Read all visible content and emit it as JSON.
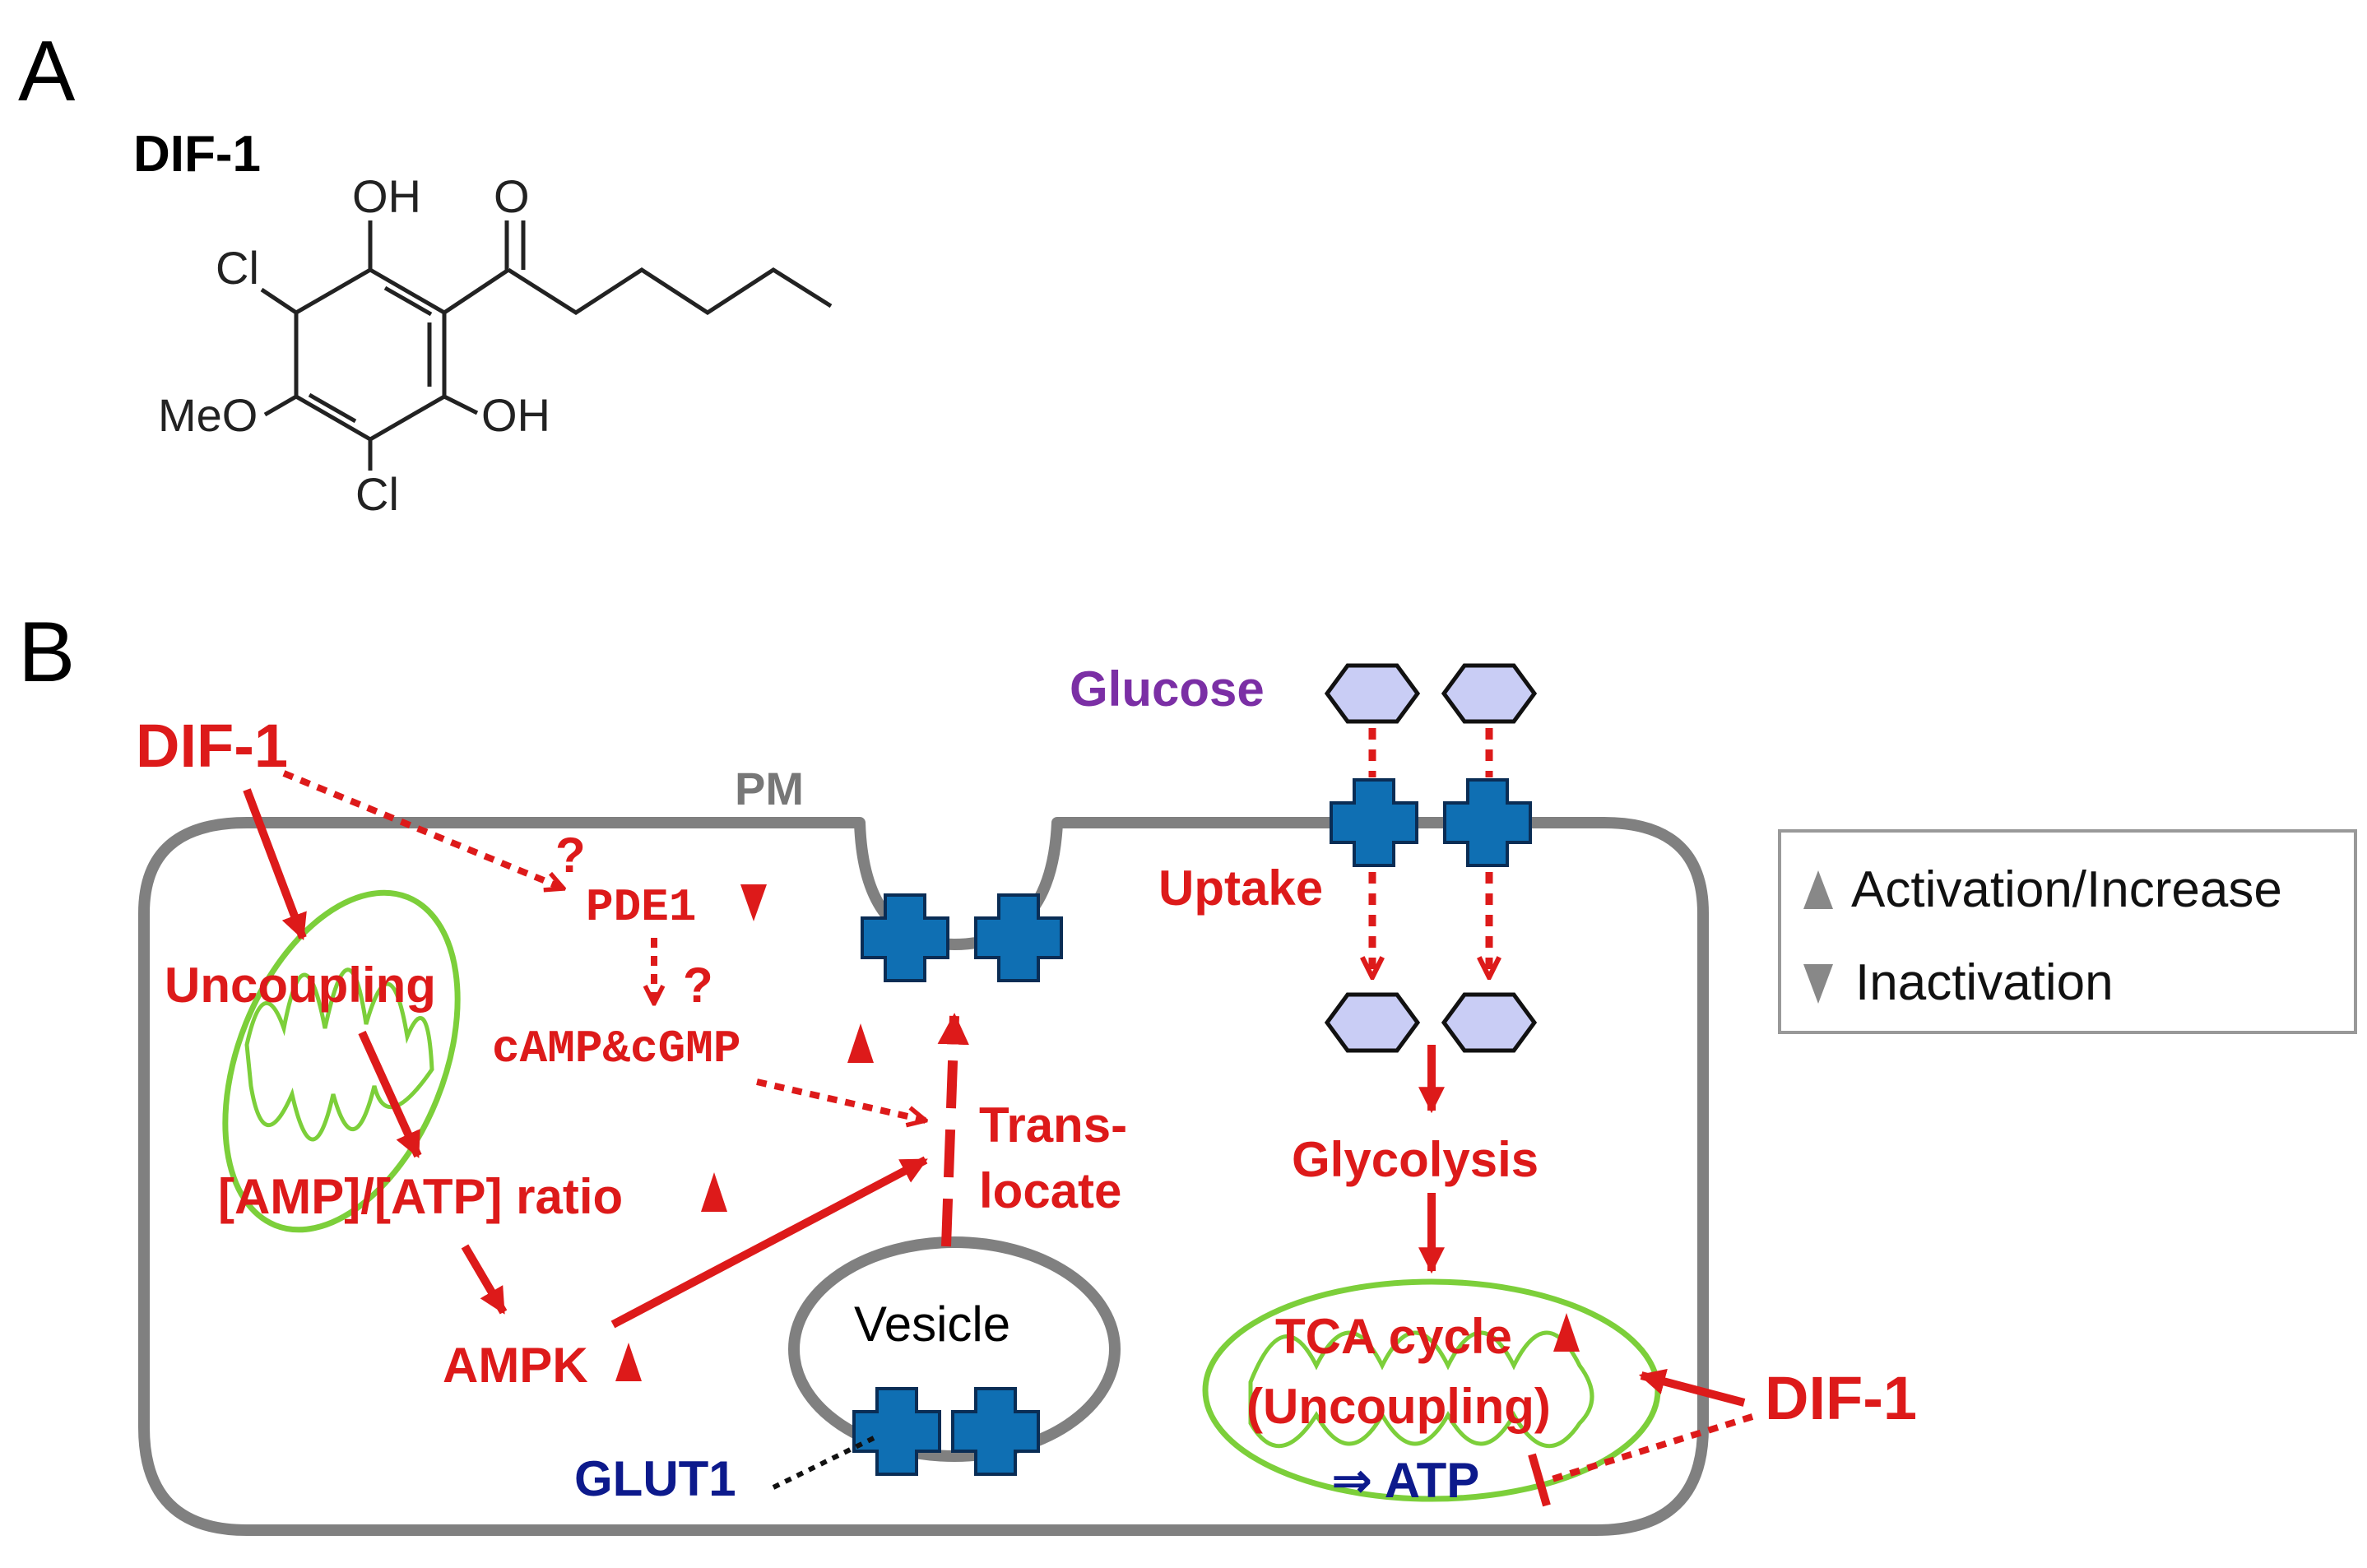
{
  "panels": {
    "a": "A",
    "b": "B"
  },
  "molecule": {
    "name": "DIF-1",
    "atoms": {
      "oh_top": "OH",
      "o_carbonyl": "O",
      "cl_top": "Cl",
      "meo": "MeO",
      "oh_bottom": "OH",
      "cl_bottom": "Cl"
    }
  },
  "diagram": {
    "dif1_left": "DIF-1",
    "dif1_right": "DIF-1",
    "pm": "PM",
    "uncoupling": "Uncoupling",
    "ratio": "[AMP]/[ATP] ratio",
    "ampk": "AMPK",
    "pde1": "PDE1",
    "camp_cgmp": "cAMP&cGMP",
    "question_1": "?",
    "question_2": "?",
    "translocate_1": "Trans-",
    "translocate_2": "locate",
    "vesicle": "Vesicle",
    "glut1": "GLUT1",
    "glucose": "Glucose",
    "uptake": "Uptake",
    "glycolysis": "Glycolysis",
    "tca_1": "TCA cycle",
    "tca_2": "(Uncoupling)",
    "atp": "⇒ ATP"
  },
  "legend": {
    "activation": "Activation/Increase",
    "inactivation": "Inactivation"
  },
  "colors": {
    "red": "#dd1a1a",
    "membrane": "#808080",
    "transporter": "#0f6fb3",
    "glucose_fill": "#c9cdf5",
    "mito": "#7ccf3a",
    "glucose_text": "#7b2fa5",
    "navy": "#0d1a8c"
  }
}
